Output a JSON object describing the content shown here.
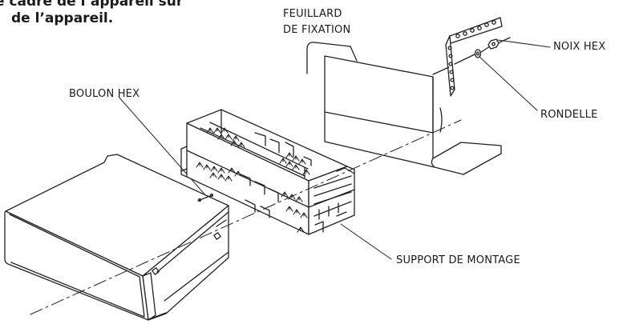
{
  "intro": {
    "line1": "e cadre de l’appareil sur",
    "line2": "de l’appareil."
  },
  "labels": {
    "feuillard_line1": "FEUILLARD",
    "feuillard_line2": "DE FIXATION",
    "noix_hex": "NOIX HEX",
    "rondelle": "RONDELLE",
    "boulon_hex": "BOULON HEX",
    "support_de_montage": "SUPPORT DE MONTAGE"
  }
}
